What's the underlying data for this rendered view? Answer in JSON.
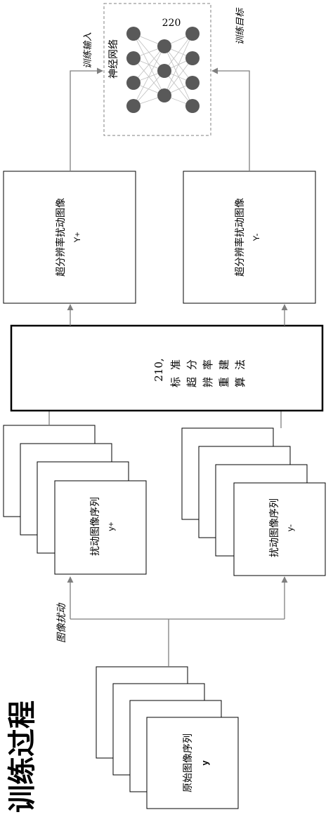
{
  "title": "训练过程",
  "original_sequence": {
    "label": "原始图像序列",
    "symbol": "y"
  },
  "perturb_label": "图像扰动",
  "plus_sequence": {
    "label": "扰动图像序列",
    "symbol": "y+"
  },
  "minus_sequence": {
    "label": "扰动图像序列",
    "symbol": "y-"
  },
  "algorithm": {
    "number": "210,",
    "chars": [
      "标准",
      "超分",
      "辨率",
      "重建",
      "算法"
    ]
  },
  "sr_plus": {
    "label": "超分辨率扰动图像",
    "symbol": "Y+"
  },
  "sr_minus": {
    "label": "超分辨率扰动图像",
    "symbol": "Y-"
  },
  "train_input_label": "训练输入",
  "train_target_label": "训练目标",
  "network": {
    "label": "神经网络",
    "number": "220"
  }
}
